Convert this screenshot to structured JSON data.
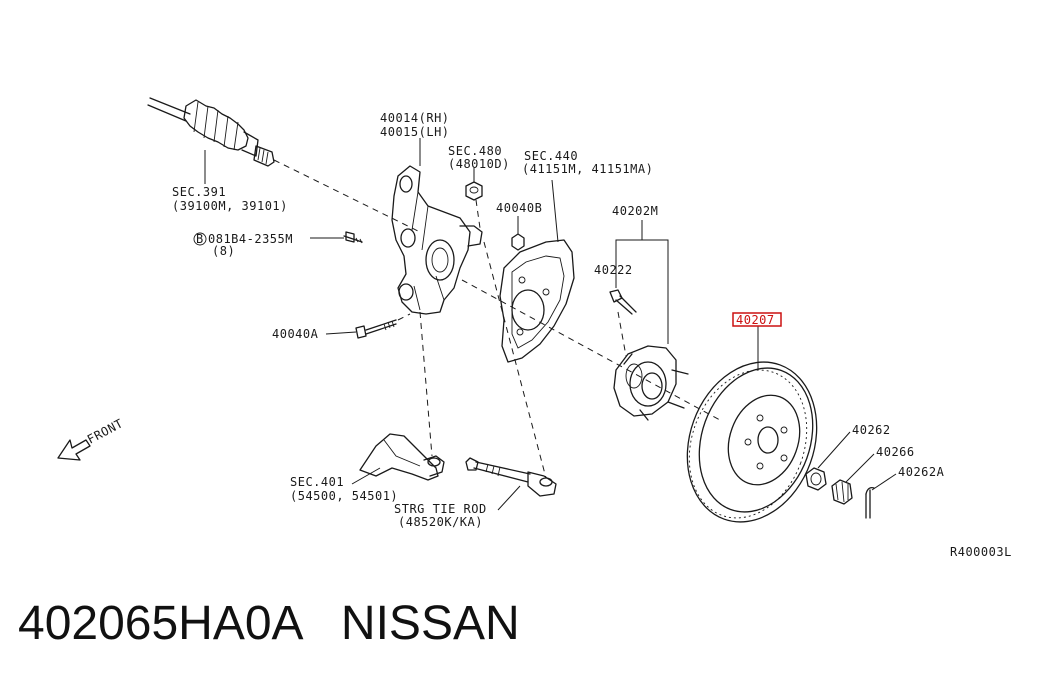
{
  "labels": {
    "sec391_title": "SEC.391",
    "sec391_parts": "(39100M, 39101)",
    "knuckle_rh": "40014(RH)",
    "knuckle_lh": "40015(LH)",
    "sec480_title": "SEC.480",
    "sec480_parts": "(48010D)",
    "sec440_title": "SEC.440",
    "sec440_parts": "(41151M, 41151MA)",
    "nut_40040b": "40040B",
    "bolt_081b4": "081B4-2355M",
    "bolt_081b4_qty": "(8)",
    "bolt_40040a": "40040A",
    "hub_40202m": "40202M",
    "bolt_40222": "40222",
    "rotor_40207": "40207",
    "nut_40262": "40262",
    "washer_40266": "40266",
    "pin_40262a": "40262A",
    "front": "FRONT",
    "sec401_title": "SEC.401",
    "sec401_parts": "(54500, 54501)",
    "tierod_title": "STRG TIE ROD",
    "tierod_parts": "(48520K/KA)",
    "ref_code": "R400003L",
    "bolt_marker": "B"
  },
  "caption": "402065HA0A   NISSAN",
  "highlight_color": "#cc1111"
}
